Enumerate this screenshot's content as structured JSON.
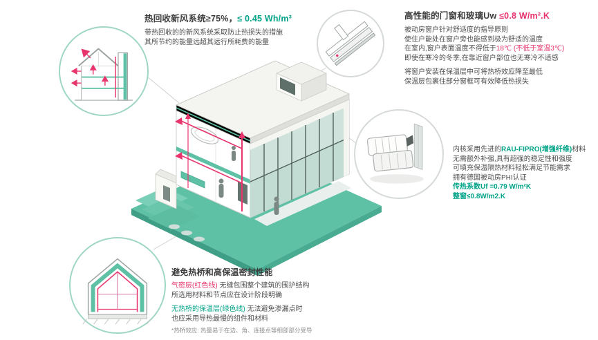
{
  "colors": {
    "accent_teal": "#00a388",
    "accent_red": "#e8356d",
    "platform_teal": "#5ec1a6",
    "text_dark": "#3d3d3d",
    "text_body": "#4e4e4e"
  },
  "illustrations": {
    "top_left_circle": "house-section-ventilation-diagram",
    "top_right_circle": "window-corner-installation-detail",
    "middle_right_circle": "window-frame-profile-cutaway",
    "bottom_left_circle": "house-section-insulation-diagram",
    "center": "isometric-passive-house-cutaway"
  },
  "ventilation": {
    "title_main": "热回收新风系统≥75%，",
    "title_accent": "≤ 0.45 Wh/m³",
    "body": [
      "带热回收的的新风系统采取防止热损失的措施",
      "其所节约的能量远超其运行所耗费的能量"
    ]
  },
  "windows": {
    "title_main": "高性能的门窗和玻璃Uw ",
    "title_accent": "≤0.8 W/m².K",
    "line1": "被动房窗户针对舒适度的指导原则",
    "line2": "使住户能处在窗户旁也能感到极为舒适的温度",
    "line3_pre": "在室内,窗户表面温度不得低于",
    "line3_red1": "18℃",
    "line3_red2": " (不低于室温3℃)",
    "line4": "即使在寒冷的冬季,在靠近窗户部位也无寒冷不适感",
    "line5": "将窗户安装在保温层中可将热桥效应降至最低",
    "line6": "保温层包裹住部分窗框可有效降低热损失"
  },
  "profile": {
    "line1_pre": "内核采用先进的",
    "line1_accent": "RAU-FIPRO(增强纤维)",
    "line1_post": "材料",
    "line2": "无需额外补强,具有超强的稳定性和强度",
    "line3": "可填充保温隔热材料轻松满足节能需求",
    "line4": "拥有德国被动房PHI认证",
    "line5": "传热系数Uf =0.79 W/m²K",
    "line6": "整窗≤0.8W/m2.K"
  },
  "thermal": {
    "title": "避免热桥和高保温密封性能",
    "line1_red": "气密层(红色线)",
    "line1_rest": " 无缝包围整个建筑的围护结构",
    "line2": "所选用材料和节点应在设计阶段明确",
    "line3_green": "无热桥的保温层(绿色线)",
    "line3_rest": " 无法避免渗漏点时",
    "line4": "也应采用导热最慢的组件和材料",
    "note": "*热桥效应: 热量易于在边、角、连接点等细部部分受导"
  }
}
